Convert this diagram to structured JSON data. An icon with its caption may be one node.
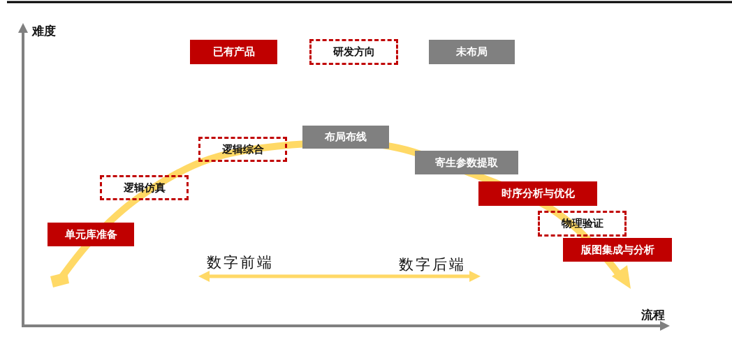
{
  "diagram": {
    "nodes": [
      {
        "text": [
          "单元库准备"
        ]
      },
      {
        "text": [
          "逻辑仿真"
        ]
      },
      {
        "text": [
          "逻辑综合"
        ]
      },
      {
        "text": [
          "布局布线"
        ]
      },
      {
        "text": [
          "寄生参数提取"
        ]
      },
      {
        "text": [
          "时序分析与优化"
        ]
      },
      {
        "text": [
          "物理验证"
        ]
      },
      {
        "text": [
          "版图集成与分析"
        ]
      }
    ],
    "labels": [
      "难度",
      "数字前端",
      "数字后端",
      "流程"
    ],
    "legend": [
      {
        "text": "已有产品",
        "color": "#c00000"
      },
      {
        "text": "研发方向"
      },
      {
        "text": "未布局",
        "color": "#808080"
      }
    ]
  }
}
